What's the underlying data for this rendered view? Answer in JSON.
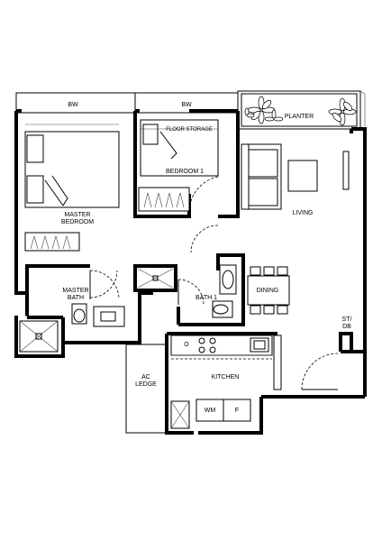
{
  "labels": {
    "bw_left": "BW",
    "bw_right": "BW",
    "planter": "PLANTER",
    "floor_storage": "FLOOR STORAGE",
    "bedroom1": "BEDROOM 1",
    "living": "LIVING",
    "master_bedroom_line1": "MASTER",
    "master_bedroom_line2": "BEDROOM",
    "master_bath_line1": "MASTER",
    "master_bath_line2": "BATH",
    "bath1": "BATH 1",
    "dining": "DINING",
    "st_db_line1": "ST/",
    "st_db_line2": "DB",
    "ac_ledge_line1": "AC",
    "ac_ledge_line2": "LEDGE",
    "kitchen": "KITCHEN",
    "wm": "WM",
    "fridge": "F",
    "oven": "O"
  }
}
